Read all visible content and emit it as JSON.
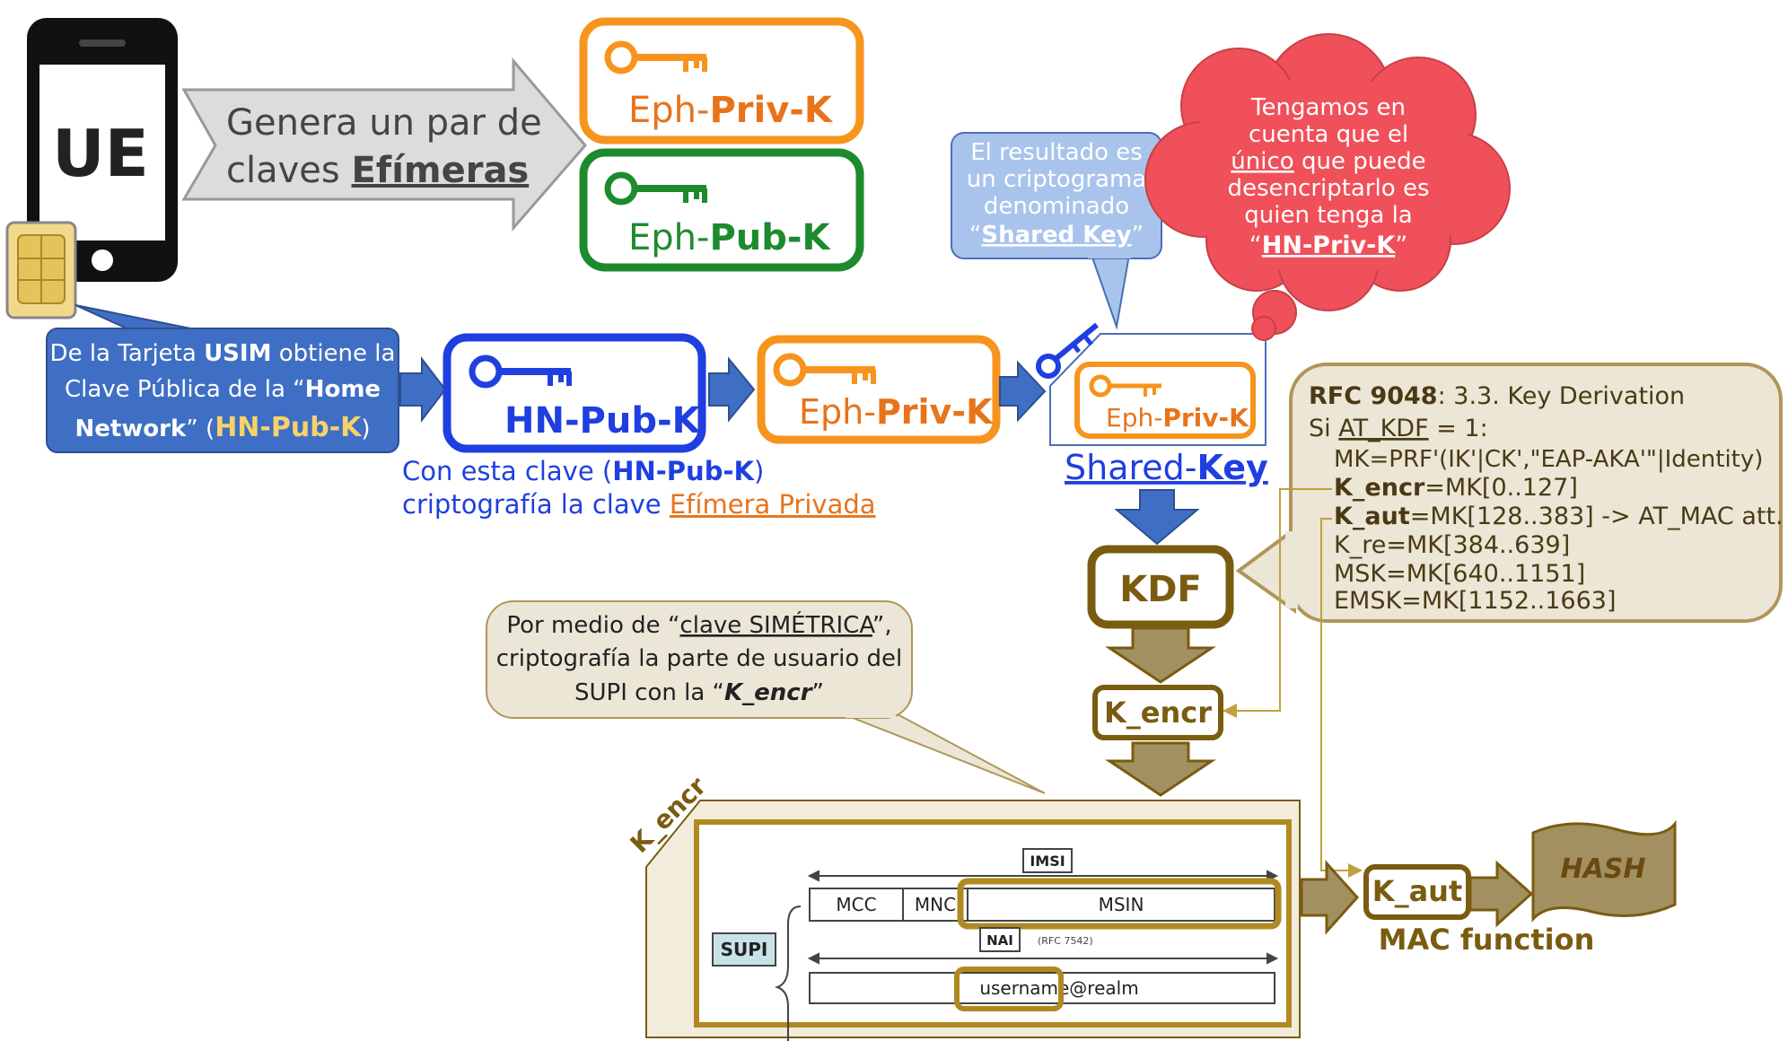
{
  "ue": {
    "label": "UE"
  },
  "genera_arrow": {
    "line1": "Genera un par de",
    "line2_prefix": "claves",
    "line2_bold": "Efímeras"
  },
  "keys": {
    "eph_priv_top": {
      "prefix": "Eph-",
      "bold": "Priv-K"
    },
    "eph_pub_top": {
      "prefix": "Eph-",
      "bold": "Pub-K"
    },
    "hn_pub": {
      "label": "HN-Pub-K"
    },
    "eph_priv_mid": {
      "prefix": "Eph-",
      "bold": "Priv-K"
    },
    "eph_priv_small": {
      "prefix": "Eph-",
      "bold": "Priv-K"
    }
  },
  "usim_callout": {
    "l1_prefix": "De la Tarjeta ",
    "l1_bold": "USIM",
    "l1_suffix": " obtiene la",
    "l2_prefix": "Clave Pública de la “",
    "l2_bold": "Home",
    "l3_bold": "Network",
    "l3_mid": "” (",
    "l3_key": "HN-Pub-K",
    "l3_end": ")"
  },
  "hn_caption": {
    "l1_prefix": "Con esta clave (",
    "l1_bold": "HN-Pub-K",
    "l1_end": ")",
    "l2_prefix": "criptografía la clave ",
    "l2_link": "Efímera Privada"
  },
  "shared_key": {
    "prefix": "Shared-",
    "bold": "Key"
  },
  "blue_callout": {
    "l1": "El resultado es",
    "l2": "un criptograma",
    "l3": "denominado",
    "l4_open": "“",
    "l4_bold": "Shared Key",
    "l4_close": "”"
  },
  "cloud": {
    "l1": "Tengamos en",
    "l2": "cuenta que el",
    "l3_u": "único",
    "l3_rest": " que puede",
    "l4": "desencriptarlo es",
    "l5": "quien tenga la",
    "l6_open": "“",
    "l6_bold": "HN-Priv-K",
    "l6_close": "”"
  },
  "rfc_callout": {
    "t_bold": "RFC 9048",
    "t_rest": ": 3.3. Key Derivation",
    "l2_a": "Si ",
    "l2_u": "AT_KDF",
    "l2_b": " = 1:",
    "l3": "MK=PRF'(IK'|CK',\"EAP-AKA'\"|Identity)",
    "l4_bold": "K_encr",
    "l4_rest": "=MK[0..127]",
    "l5_bold": "K_aut",
    "l5_rest": "=MK[128..383] -> AT_MAC att.",
    "l6": "K_re=MK[384..639]",
    "l7": "MSK=MK[640..1151]",
    "l8": "EMSK=MK[1152..1663]"
  },
  "kdf": {
    "label": "KDF"
  },
  "k_encr_box": {
    "label": "K_encr"
  },
  "sym_callout": {
    "l1_a": "Por medio de “",
    "l1_u": "clave SIMÉTRICA",
    "l1_b": "”,",
    "l2": "criptografía la parte de usuario del",
    "l3_a": "SUPI con la “",
    "l3_bi": "K_encr",
    "l3_b": "”"
  },
  "supi_panel": {
    "tab_label": "K_encr",
    "imsi": "IMSI",
    "mcc": "MCC",
    "mnc": "MNC",
    "msin": "MSIN",
    "supi": "SUPI",
    "nai": "NAI",
    "rfc7542": "(RFC 7542)",
    "username": "username@realm"
  },
  "k_aut_box": {
    "label": "K_aut"
  },
  "mac_function": "MAC function",
  "hash": "HASH",
  "colors": {
    "orange": "#f7941d",
    "orange_text": "#e8731a",
    "green": "#1e8a2e",
    "blue": "#1f3fe0",
    "callout_blue": "#3f6fc4",
    "olive": "#7a5c10",
    "olive_fill": "#a39060",
    "beige": "#ece6d6",
    "cloud_red": "#f0505a",
    "light_blue": "#a9c4ec"
  }
}
